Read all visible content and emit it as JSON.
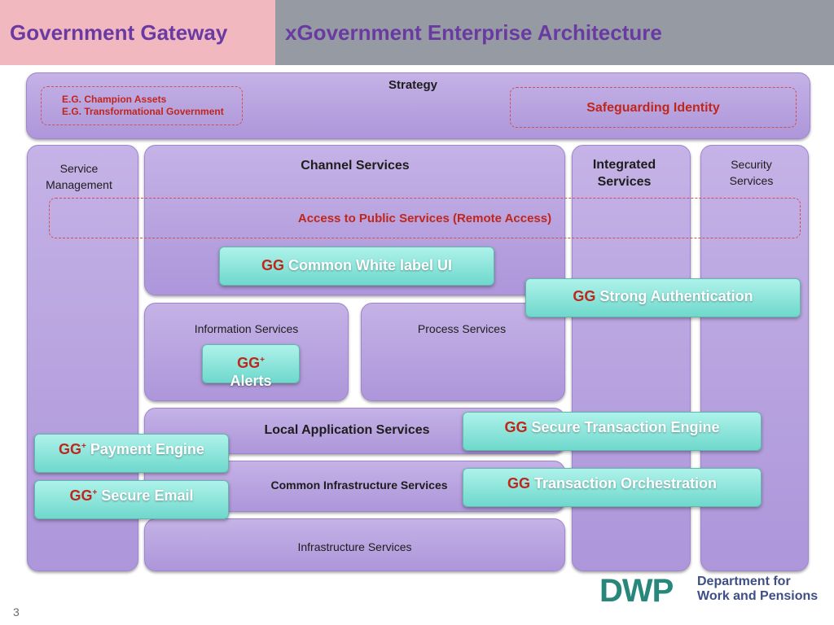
{
  "header": {
    "left_title": "Government Gateway",
    "right_title": "xGovernment Enterprise Architecture"
  },
  "strategy": {
    "title": "Strategy",
    "examples": [
      "E.G. Champion Assets",
      "E.G. Transformational Government"
    ],
    "safeguarding": "Safeguarding Identity"
  },
  "columns": {
    "service_management": [
      "Service",
      "Management"
    ],
    "channel_services": "Channel Services",
    "integrated_services": [
      "Integrated",
      "Services"
    ],
    "security_services": [
      "Security",
      "Services"
    ]
  },
  "access_banner": "Access to Public Services (Remote Access)",
  "inner_boxes": {
    "information_services": "Information Services",
    "process_services": "Process Services",
    "local_application_services": "Local Application Services",
    "common_infrastructure_services": "Common Infrastructure Services",
    "infrastructure_services": "Infrastructure Services"
  },
  "components": {
    "gg": "GG",
    "plus": "+",
    "white_label_ui": "Common White label  UI",
    "strong_auth": "Strong Authentication",
    "alerts": "Alerts",
    "secure_transaction_engine": "Secure Transaction Engine",
    "transaction_orchestration": "Transaction Orchestration",
    "payment_engine": "Payment Engine",
    "secure_email": "Secure Email"
  },
  "footer": {
    "logo": "DWP",
    "dept_line1": "Department for",
    "dept_line2": "Work and Pensions",
    "page_number": "3"
  }
}
